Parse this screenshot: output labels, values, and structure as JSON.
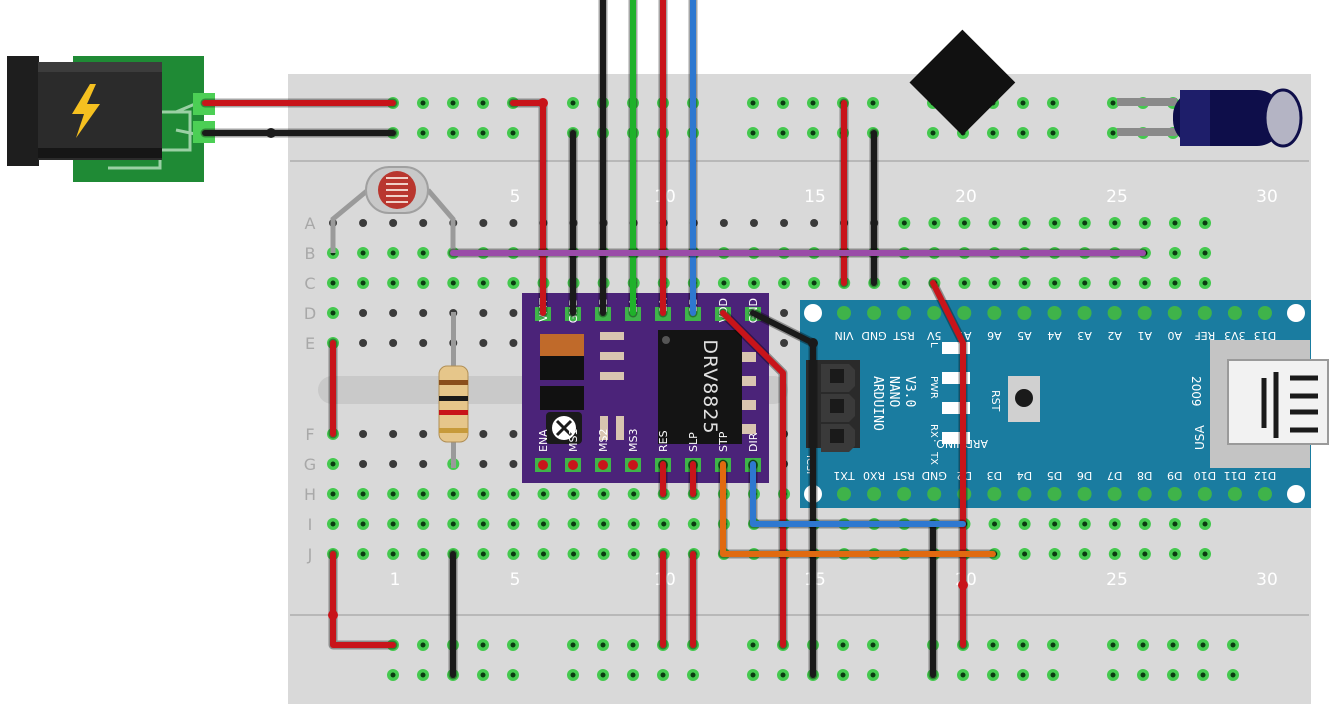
{
  "breadboard": {
    "column_labels": [
      "1",
      "5",
      "10",
      "15",
      "20",
      "25",
      "30"
    ],
    "row_labels": [
      "A",
      "B",
      "C",
      "D",
      "E",
      "F",
      "G",
      "H",
      "I",
      "J"
    ]
  },
  "driver": {
    "chip_label": "DRV8825",
    "top_pins": [
      "VMT",
      "GND",
      "2B",
      "2A",
      "1A",
      "1B",
      "VDD",
      "GND"
    ],
    "bottom_pins": [
      "ENA",
      "MS1",
      "MS2",
      "MS3",
      "RES",
      "SLP",
      "STP",
      "DIR"
    ]
  },
  "arduino": {
    "top_pins": [
      "VIN",
      "GND",
      "RST",
      "5V",
      "A7",
      "A6",
      "A5",
      "A4",
      "A3",
      "A2",
      "A1",
      "A0",
      "REF",
      "3V3",
      "D13"
    ],
    "bottom_pins": [
      "TX1",
      "RX0",
      "RST",
      "GND",
      "D2",
      "D3",
      "D4",
      "D5",
      "D6",
      "D7",
      "D8",
      "D9",
      "D10",
      "D11",
      "D12"
    ],
    "name_lines": [
      "ARDUINO",
      "NANO",
      "V3.0"
    ],
    "led_labels": [
      "L",
      "PWR",
      "RX",
      "TX"
    ],
    "rst_label": "RST",
    "brand": "ARDUINO.",
    "usb_text": "USA",
    "year_text": "2009",
    "icsp_label": "ICSP"
  },
  "colors": {
    "red": "#c8141a",
    "black": "#1a1a1a",
    "green": "#1fb22a",
    "blue": "#2e78d0",
    "purple": "#9a4ba8",
    "orange": "#e06a10",
    "breadboard": "#d9d9d9",
    "driver_board": "#4b2379",
    "arduino_board": "#1a7ca0",
    "power_board": "#1f8a35"
  }
}
